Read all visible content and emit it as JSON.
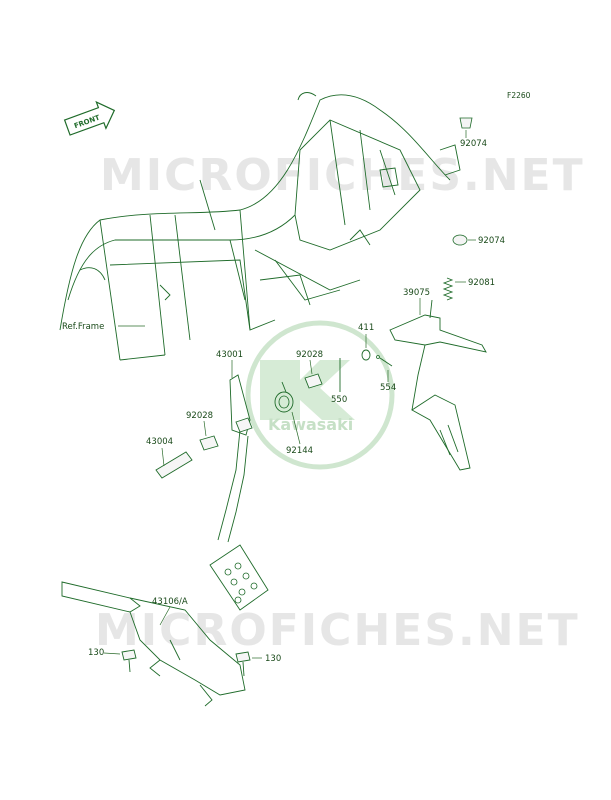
{
  "diagram": {
    "code": "F2260",
    "front_label": "FRONT",
    "watermark_text": "MICROFICHES.NET",
    "logo_text": "Kawasaki",
    "ref_frame_label": "Ref.Frame",
    "parts": {
      "p92074_top": "92074",
      "p92074_mid": "92074",
      "p92081": "92081",
      "p39075": "39075",
      "p411": "411",
      "p554": "554",
      "p550": "550",
      "p92028_a": "92028",
      "p43001": "43001",
      "p92028_b": "92028",
      "p43004": "43004",
      "p92144": "92144",
      "p43106A": "43106/A",
      "p130_left": "130",
      "p130_right": "130"
    },
    "colors": {
      "line": "#1f6b2a",
      "text": "#1a4a1a",
      "watermark": "#e6e6e6",
      "logo": "#cfe6cf"
    }
  }
}
